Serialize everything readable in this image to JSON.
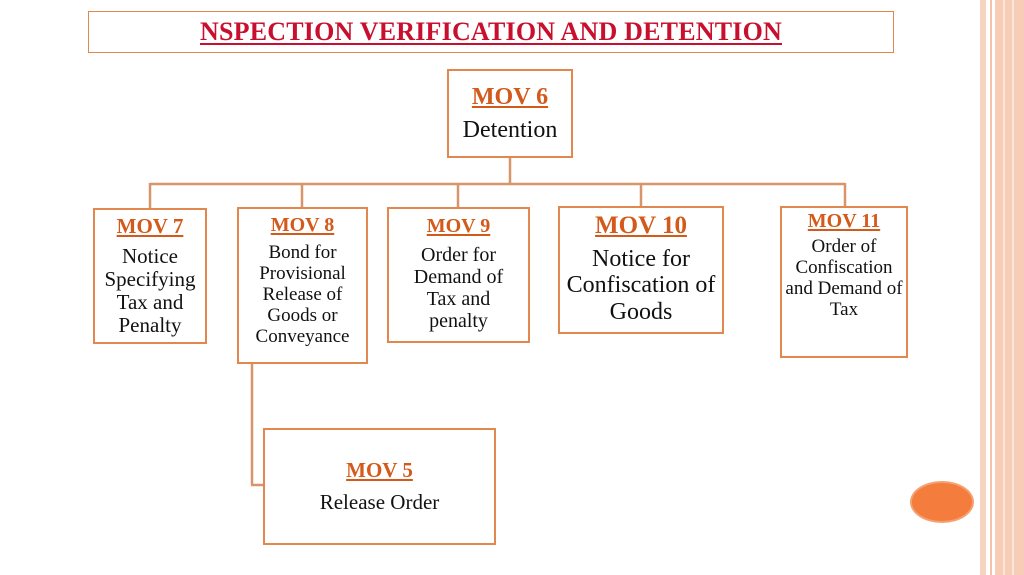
{
  "title": "NSPECTION VERIFICATION AND DETENTION",
  "colors": {
    "accent": "#e2884f",
    "title": "#c8102e",
    "code": "#d35a1a",
    "dot": "#f47c3c"
  },
  "nodes": {
    "mov6": {
      "code": "MOV 6",
      "desc": "Detention"
    },
    "mov7": {
      "code": "MOV 7",
      "desc": "Notice Specifying Tax and Penalty"
    },
    "mov8": {
      "code": "MOV 8",
      "desc": "Bond for Provisional Release of Goods or Conveyance"
    },
    "mov9": {
      "code": "MOV 9",
      "desc": "Order for Demand of Tax and penalty"
    },
    "mov10": {
      "code": "MOV 10",
      "desc": "Notice for Confiscation of Goods"
    },
    "mov11": {
      "code": "MOV 11",
      "desc": "Order of Confiscation and Demand of Tax"
    },
    "mov5": {
      "code": "MOV 5",
      "desc": "Release Order"
    }
  }
}
